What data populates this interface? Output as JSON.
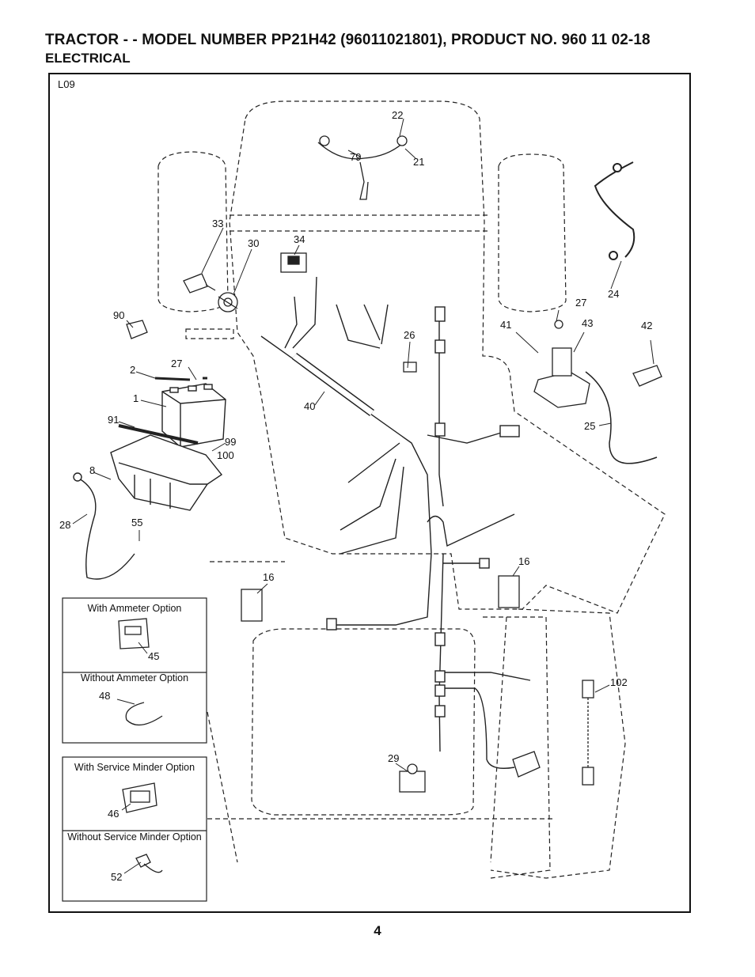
{
  "header": {
    "title": "TRACTOR - - MODEL NUMBER PP21H42 (96011021801), PRODUCT NO. 960 11 02-18",
    "subtitle": "ELECTRICAL"
  },
  "figure": {
    "id": "L09",
    "part_labels": [
      {
        "id": "l22",
        "text": "22"
      },
      {
        "id": "l79",
        "text": "79"
      },
      {
        "id": "l21",
        "text": "21"
      },
      {
        "id": "l33",
        "text": "33"
      },
      {
        "id": "l30",
        "text": "30"
      },
      {
        "id": "l34",
        "text": "34"
      },
      {
        "id": "l90",
        "text": "90"
      },
      {
        "id": "l27a",
        "text": "27"
      },
      {
        "id": "l2",
        "text": "2"
      },
      {
        "id": "l1",
        "text": "1"
      },
      {
        "id": "l91",
        "text": "91"
      },
      {
        "id": "l99",
        "text": "99"
      },
      {
        "id": "l100",
        "text": "100"
      },
      {
        "id": "l8",
        "text": "8"
      },
      {
        "id": "l28",
        "text": "28"
      },
      {
        "id": "l55",
        "text": "55"
      },
      {
        "id": "l40",
        "text": "40"
      },
      {
        "id": "l26",
        "text": "26"
      },
      {
        "id": "l24",
        "text": "24"
      },
      {
        "id": "l27b",
        "text": "27"
      },
      {
        "id": "l41",
        "text": "41"
      },
      {
        "id": "l43",
        "text": "43"
      },
      {
        "id": "l42",
        "text": "42"
      },
      {
        "id": "l25",
        "text": "25"
      },
      {
        "id": "l16a",
        "text": "16"
      },
      {
        "id": "l16b",
        "text": "16"
      },
      {
        "id": "l102",
        "text": "102"
      },
      {
        "id": "l29",
        "text": "29"
      },
      {
        "id": "l45",
        "text": "45"
      },
      {
        "id": "l48",
        "text": "48"
      },
      {
        "id": "l46",
        "text": "46"
      },
      {
        "id": "l52",
        "text": "52"
      }
    ],
    "option_boxes": {
      "with_ammeter": "With Ammeter Option",
      "without_ammeter": "Without Ammeter Option",
      "with_service_minder": "With Service Minder Option",
      "without_service_minder": "Without Service Minder Option"
    }
  },
  "footer": {
    "page_number": "4"
  }
}
